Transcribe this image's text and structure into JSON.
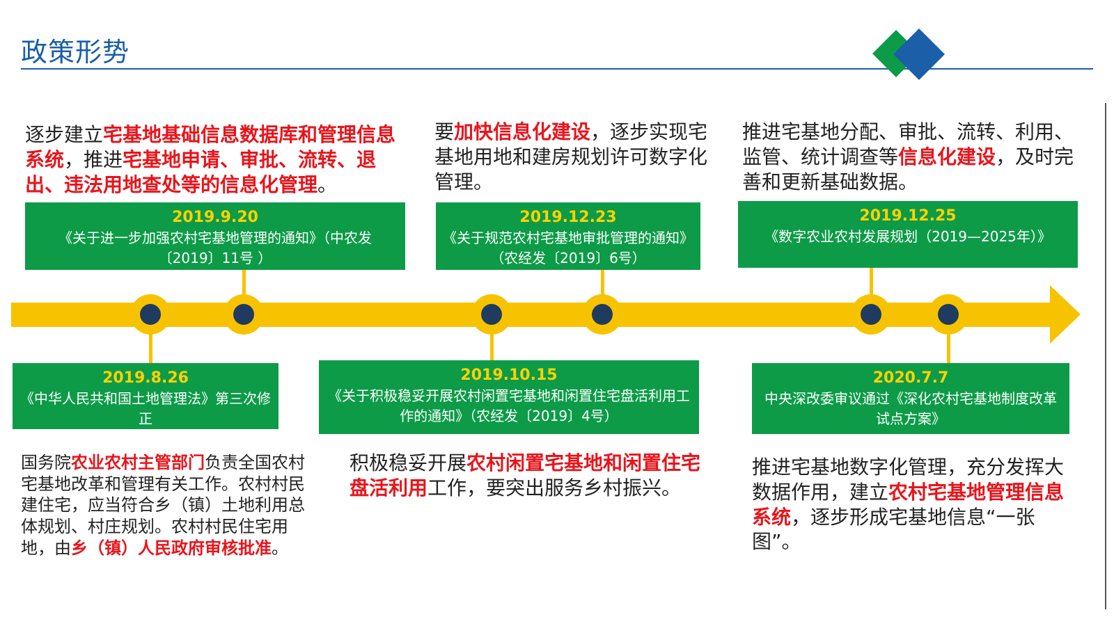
{
  "header": {
    "title": "政策形势"
  },
  "colors": {
    "green": "#0d9b48",
    "yellow": "#f7c300",
    "red": "#e8141b",
    "navy": "#1f3b60",
    "blue": "#1a5fa8"
  },
  "top_texts": [
    {
      "bullet": "",
      "segments": [
        {
          "t": "逐步建立",
          "r": false
        },
        {
          "t": "宅基地基础信息数据库和管理信息系统",
          "r": true
        },
        {
          "t": "，推进",
          "r": false
        },
        {
          "t": "宅基地申请、审批、流转、退出、违法用地查处等的信息化管理",
          "r": true
        },
        {
          "t": "。",
          "r": false
        }
      ]
    },
    {
      "bullet": "",
      "segments": [
        {
          "t": "要",
          "r": false
        },
        {
          "t": "加快信息化建设",
          "r": true
        },
        {
          "t": "，逐步实现宅基地用地和建房规划许可数字化管理。",
          "r": false
        }
      ]
    },
    {
      "bullet": "",
      "segments": [
        {
          "t": "推进宅基地分配、审批、流转、利用、监管、统计调查等",
          "r": false
        },
        {
          "t": "信息化建设",
          "r": true
        },
        {
          "t": "，及时完善和更新基础数据。",
          "r": false
        }
      ]
    }
  ],
  "events_top": [
    {
      "date": "2019.9.20",
      "text": "《关于进一步加强农村宅基地管理的通知》（中农发〔2019〕11号 ）"
    },
    {
      "date": "2019.12.23",
      "text": "《关于规范农村宅基地审批管理的通知》（农经发〔2019〕6号）"
    },
    {
      "date": "2019.12.25",
      "text": "《数字农业农村发展规划（2019—2025年）》"
    }
  ],
  "events_bottom": [
    {
      "date": "2019.8.26",
      "text": "《中华人民共和国土地管理法》第三次修正"
    },
    {
      "date": "2019.10.15",
      "text": "《关于积极稳妥开展农村闲置宅基地和闲置住宅盘活利用工作的通知》（农经发〔2019〕4号）"
    },
    {
      "date": "2020.7.7",
      "text": "中央深改委审议通过《深化农村宅基地制度改革试点方案》"
    }
  ],
  "bottom_texts": [
    {
      "bullet": "",
      "segments": [
        {
          "t": "国务院",
          "r": false
        },
        {
          "t": "农业农村主管部门",
          "r": true
        },
        {
          "t": "负责全国农村宅基地改革和管理有关工作。农村村民建住宅，应当符合乡（镇）土地利用总体规划、村庄规划。农村村民住宅用地，由",
          "r": false
        },
        {
          "t": "乡（镇）人民政府审核批准",
          "r": true
        },
        {
          "t": "。",
          "r": false
        }
      ]
    },
    {
      "bullet": "",
      "segments": [
        {
          "t": "积极稳妥开展",
          "r": false
        },
        {
          "t": "农村闲置宅基地和闲置住宅盘活利用",
          "r": true
        },
        {
          "t": "工作，要突出服务乡村振兴。",
          "r": false
        }
      ]
    },
    {
      "bullet": "",
      "segments": [
        {
          "t": "推进宅基地数字化管理，充分发挥大数据作用，建立",
          "r": false
        },
        {
          "t": "农村宅基地管理信息系统",
          "r": true
        },
        {
          "t": "，逐步形成宅基地信息“一张图”。",
          "r": false
        }
      ]
    }
  ]
}
